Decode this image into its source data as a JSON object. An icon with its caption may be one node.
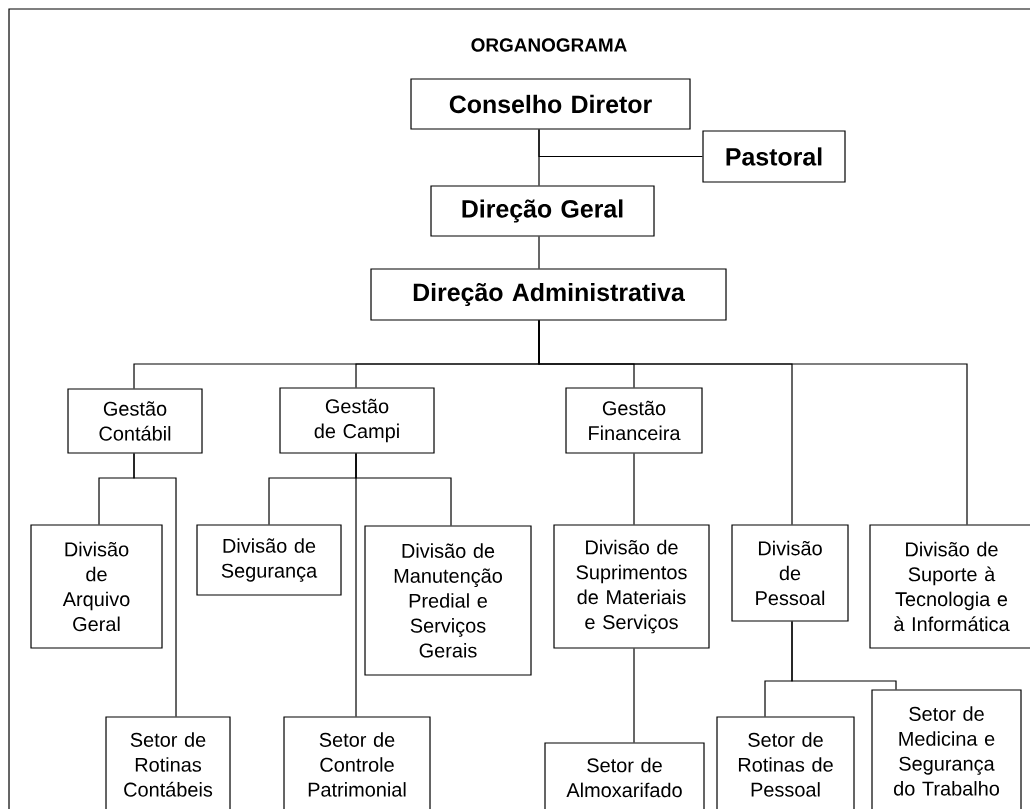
{
  "diagram": {
    "title": "ORGANOGRAMA",
    "nodes": [
      {
        "text": [
          "Conselho Diretor"
        ]
      },
      {
        "text": [
          "Pastoral"
        ]
      },
      {
        "text": [
          "Direção Geral"
        ]
      },
      {
        "text": [
          "Direção Administrativa"
        ]
      },
      {
        "text": [
          "Gestão Contábil"
        ]
      },
      {
        "text": [
          "Gestão de Campi"
        ]
      },
      {
        "text": [
          "Gestão Financeira"
        ]
      },
      {
        "text": [
          "Divisão de Arquivo Geral"
        ]
      },
      {
        "text": [
          "Divisão de Segurança"
        ]
      },
      {
        "text": [
          "Divisão de Manutenção Predial e Serviços Gerais"
        ]
      },
      {
        "text": [
          "Divisão de Suprimentos de Materiais e Serviços"
        ]
      },
      {
        "text": [
          "Divisão de Pessoal"
        ]
      },
      {
        "text": [
          "Divisão de Suporte à Tecnologia e à Informática"
        ]
      },
      {
        "text": [
          "Setor de Rotinas Contábeis"
        ]
      },
      {
        "text": [
          "Setor de Controle Patrimonial"
        ]
      },
      {
        "text": [
          "Setor de Almoxarifado"
        ]
      },
      {
        "text": [
          "Setor de Rotinas de Pessoal"
        ]
      },
      {
        "text": [
          "Setor de Medicina e Segurança do Trabalho"
        ]
      }
    ],
    "edges": [
      {
        "from": 0,
        "to": 1,
        "arrow": "none"
      },
      {
        "from": 0,
        "to": 2,
        "arrow": "none"
      },
      {
        "from": 2,
        "to": 3,
        "arrow": "none"
      },
      {
        "from": 3,
        "to": 4,
        "arrow": "none"
      },
      {
        "from": 3,
        "to": 5,
        "arrow": "none"
      },
      {
        "from": 3,
        "to": 6,
        "arrow": "none"
      },
      {
        "from": 3,
        "to": 11,
        "arrow": "none"
      },
      {
        "from": 3,
        "to": 12,
        "arrow": "none"
      },
      {
        "from": 4,
        "to": 7,
        "arrow": "none"
      },
      {
        "from": 4,
        "to": 13,
        "arrow": "none"
      },
      {
        "from": 5,
        "to": 8,
        "arrow": "none"
      },
      {
        "from": 5,
        "to": 9,
        "arrow": "none"
      },
      {
        "from": 5,
        "to": 14,
        "arrow": "none"
      },
      {
        "from": 6,
        "to": 10,
        "arrow": "none"
      },
      {
        "from": 10,
        "to": 15,
        "arrow": "none"
      },
      {
        "from": 11,
        "to": 16,
        "arrow": "none"
      },
      {
        "from": 11,
        "to": 17,
        "arrow": "none"
      }
    ]
  }
}
